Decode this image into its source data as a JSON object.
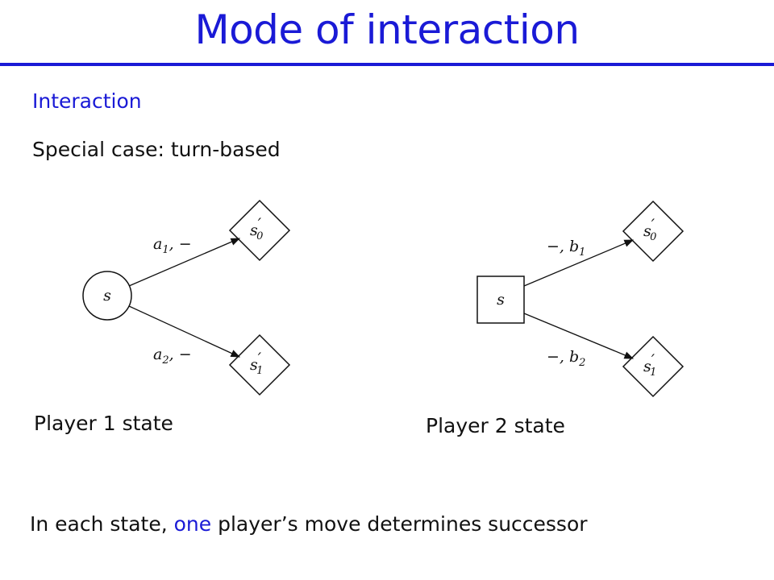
{
  "slide": {
    "title": "Mode of interaction",
    "heading": "Interaction",
    "subheading": "Special case: turn-based",
    "player1_caption": "Player 1 state",
    "player2_caption": "Player 2 state",
    "bottom": {
      "before": "In each state, ",
      "highlight": "one",
      "after": " player’s move determines successor"
    },
    "accent_color": "#1a1ad6"
  },
  "diagram1": {
    "source": "s",
    "succ0": "s",
    "succ0_sub": "0",
    "succ1": "s",
    "succ1_sub": "1",
    "prime": "′",
    "edge_top": {
      "var": "a",
      "sub": "1",
      "rest": ", −"
    },
    "edge_bottom": {
      "var": "a",
      "sub": "2",
      "rest": ", −"
    }
  },
  "diagram2": {
    "source": "s",
    "succ0": "s",
    "succ0_sub": "0",
    "succ1": "s",
    "succ1_sub": "1",
    "prime": "′",
    "edge_top": {
      "pre": "−, ",
      "var": "b",
      "sub": "1"
    },
    "edge_bottom": {
      "pre": "−, ",
      "var": "b",
      "sub": "2"
    }
  }
}
